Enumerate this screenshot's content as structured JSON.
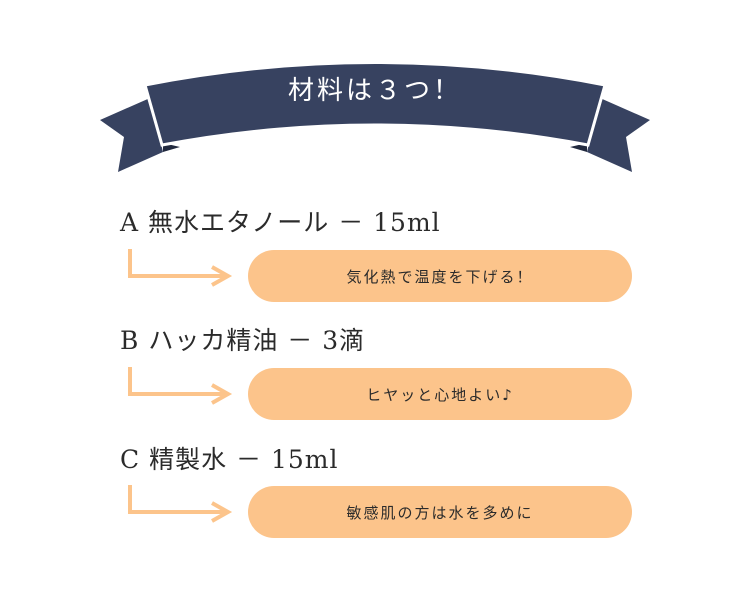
{
  "banner": {
    "title": "材料は３つ！",
    "color": "#374260"
  },
  "items": [
    {
      "label": "A 無水エタノール － 15ml",
      "note": "気化熱で温度を下げる！"
    },
    {
      "label": "B ハッカ精油 － 3滴",
      "note": "ヒヤッと心地よい♪"
    },
    {
      "label": "C 精製水 － 15ml",
      "note": "敏感肌の方は水を多めに"
    }
  ],
  "colors": {
    "pill": "#fcc48b",
    "arrow": "#fcc48b",
    "text": "#2b2b2b"
  }
}
